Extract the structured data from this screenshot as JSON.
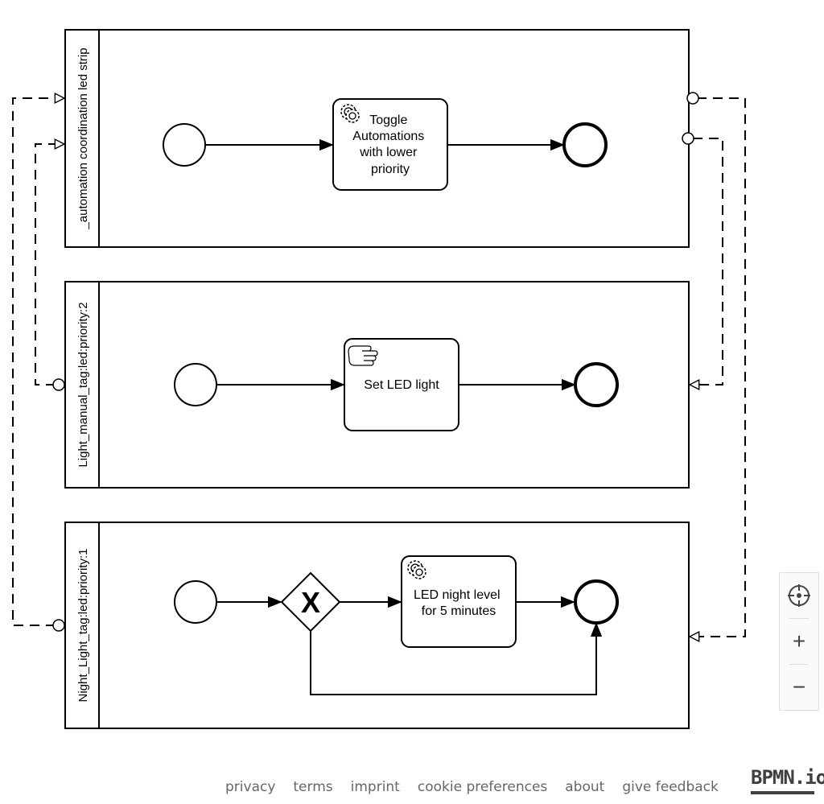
{
  "lanes": [
    {
      "label": "_automation coordination led strip"
    },
    {
      "label": "Light_manual_tag:led:priority:2"
    },
    {
      "label": "Night_Light_tag:led:priority:1"
    }
  ],
  "tasks": [
    {
      "lines": [
        "Toggle",
        "Automations",
        "with lower",
        "priority"
      ],
      "type": "service"
    },
    {
      "lines": [
        "Set LED light"
      ],
      "type": "manual"
    },
    {
      "lines": [
        "LED night level",
        "for 5 minutes"
      ],
      "type": "service"
    }
  ],
  "gateway": {
    "symbol": "X"
  },
  "zoom": {
    "reset_icon": "crosshair-icon",
    "zoom_in": "+",
    "zoom_out": "−"
  },
  "footer": {
    "links": [
      "privacy",
      "terms",
      "imprint",
      "cookie preferences",
      "about",
      "give feedback"
    ],
    "brand": "BPMN.io"
  }
}
